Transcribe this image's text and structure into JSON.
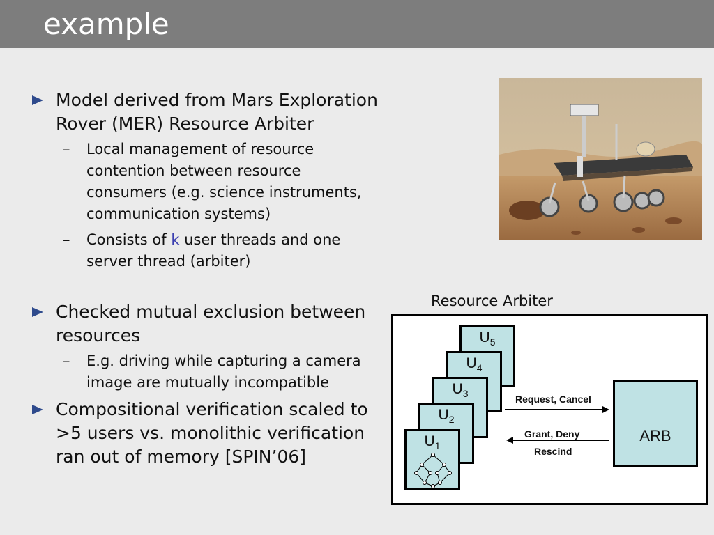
{
  "slide": {
    "title": "example"
  },
  "bullets": [
    {
      "text": "Model derived from Mars Exploration Rover (MER) Resource Arbiter"
    },
    {
      "text": "Local management of resource contention between resource consumers (e.g. science instruments, communication systems)"
    },
    {
      "pre": "Consists of ",
      "var": "k",
      "post": " user threads and one server thread (arbiter)"
    },
    {
      "text": "Checked mutual exclusion between resources"
    },
    {
      "text": "E.g. driving while capturing a camera image are mutually incompatible"
    },
    {
      "text": "Compositional verification scaled to >5 users vs. monolithic verification ran out of memory [SPIN’06]"
    }
  ],
  "diagram": {
    "title": "Resource Arbiter",
    "users": [
      {
        "name": "U",
        "sub": "5"
      },
      {
        "name": "U",
        "sub": "4"
      },
      {
        "name": "U",
        "sub": "3"
      },
      {
        "name": "U",
        "sub": "2"
      },
      {
        "name": "U",
        "sub": "1"
      }
    ],
    "arbiter": "ARB",
    "request_label": "Request, Cancel",
    "grant_label": "Grant, Deny",
    "rescind_label": "Rescind"
  },
  "image": {
    "subject": "mars-rover-photo"
  },
  "colors": {
    "title_bar": "#7d7d7d",
    "bullet": "#2e4a8c",
    "box_fill": "#bfe2e4",
    "var_k": "#3b3fb0"
  }
}
